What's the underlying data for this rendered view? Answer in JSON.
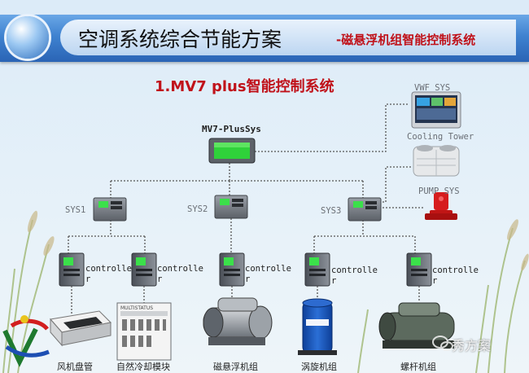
{
  "header": {
    "title": "空调系统综合节能方案",
    "subtitle": "-磁悬浮机组智能控制系统"
  },
  "section": {
    "heading": "1.MV7 plus智能控制系统"
  },
  "main_controller": {
    "label": "MV7-PlusSys"
  },
  "top_right": {
    "vwf": "VWF SYS",
    "cooling_tower": "Cooling Tower",
    "pump": "PUMP SYS"
  },
  "subsystems": [
    {
      "label": "SYS1"
    },
    {
      "label": "SYS2"
    },
    {
      "label": "SYS3"
    }
  ],
  "controller_label": "controlle\nr",
  "equipment": [
    {
      "label": "风机盘管"
    },
    {
      "label": "自然冷却模块"
    },
    {
      "label": "磁悬浮机组"
    },
    {
      "label": "涡旋机组"
    },
    {
      "label": "螺杆机组"
    }
  ],
  "panel_caption": "MULTISTATUS",
  "watermark": "秀方案",
  "colors": {
    "banner": "#2a64b5",
    "heading_red": "#c0121a",
    "screen_green": "#2fd23a",
    "link_line": "#555555"
  }
}
